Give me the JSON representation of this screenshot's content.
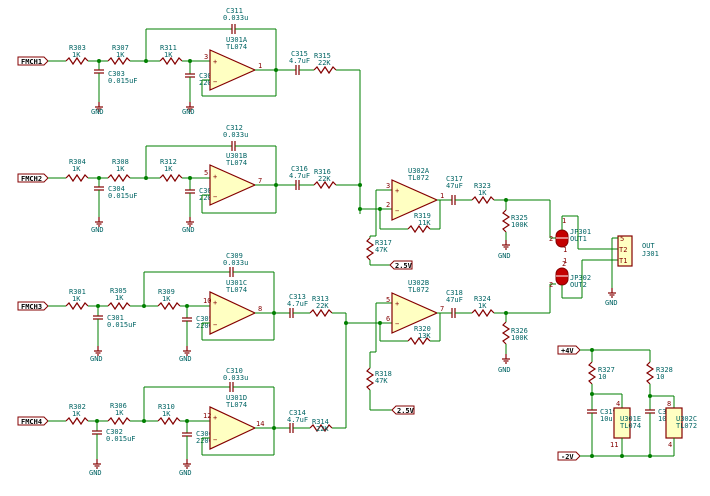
{
  "ports": {
    "in1": "FMCH1",
    "in2": "FMCH2",
    "in3": "FMCH3",
    "in4": "FMCH4",
    "v25a": "2.5V",
    "v25b": "2.5V",
    "p4v": "+4V",
    "m2v": "-2V"
  },
  "gnd": "GND",
  "ch1": {
    "ra": "R303",
    "ra_v": "1K",
    "rb": "R307",
    "rb_v": "1K",
    "rc": "R311",
    "rc_v": "1K",
    "cg": "C303",
    "cg_v": "0.015uF",
    "cg2": "C307",
    "cg2_v": "2200P",
    "cf": "C311",
    "cf_v": "0.033u",
    "u": "U301A",
    "u_v": "TL074",
    "cs": "C315",
    "cs_v": "4.7uF",
    "rs": "R315",
    "rs_v": "22K",
    "p_in": "3",
    "p_out": "1"
  },
  "ch2": {
    "ra": "R304",
    "ra_v": "1K",
    "rb": "R308",
    "rb_v": "1K",
    "rc": "R312",
    "rc_v": "1K",
    "cg": "C304",
    "cg_v": "0.015uF",
    "cg2": "C308",
    "cg2_v": "2200P",
    "cf": "C312",
    "cf_v": "0.033u",
    "u": "U301B",
    "u_v": "TL074",
    "cs": "C316",
    "cs_v": "4.7uF",
    "rs": "R316",
    "rs_v": "22K",
    "p_in": "5",
    "p_out": "7"
  },
  "ch3": {
    "ra": "R301",
    "ra_v": "1K",
    "rb": "R305",
    "rb_v": "1K",
    "rc": "R309",
    "rc_v": "1K",
    "cg": "C301",
    "cg_v": "0.015uF",
    "cg2": "C305",
    "cg2_v": "2200P",
    "cf": "C309",
    "cf_v": "0.033u",
    "u": "U301C",
    "u_v": "TL074",
    "cs": "C313",
    "cs_v": "4.7uF",
    "rs": "R313",
    "rs_v": "22K",
    "p_in": "10",
    "p_out": "8"
  },
  "ch4": {
    "ra": "R302",
    "ra_v": "1K",
    "rb": "R306",
    "rb_v": "1K",
    "rc": "R310",
    "rc_v": "1K",
    "cg": "C302",
    "cg_v": "0.015uF",
    "cg2": "C306",
    "cg2_v": "2200P",
    "cf": "C310",
    "cf_v": "0.033u",
    "u": "U301D",
    "u_v": "TL074",
    "cs": "C314",
    "cs_v": "4.7uF",
    "rs": "R314",
    "rs_v": "22K",
    "p_in": "12",
    "p_out": "14"
  },
  "mixA": {
    "u": "U302A",
    "u_v": "TL072",
    "rf": "R319",
    "rf_v": "11K",
    "rb": "R317",
    "rb_v": "47K",
    "co": "C317",
    "co_v": "47uF",
    "ro": "R323",
    "ro_v": "1K",
    "rl": "R325",
    "rl_v": "100K",
    "p3": "3",
    "p2": "2",
    "p1": "1"
  },
  "mixB": {
    "u": "U302B",
    "u_v": "TL072",
    "rf": "R320",
    "rf_v": "13K",
    "rb": "R318",
    "rb_v": "47K",
    "co": "C318",
    "co_v": "47uF",
    "ro": "R324",
    "ro_v": "1K",
    "rl": "R326",
    "rl_v": "100K",
    "p5": "5",
    "p6": "6",
    "p7": "7"
  },
  "jp1": {
    "ref": "JP301",
    "v": "OUT1",
    "p1": "1",
    "p2": "2"
  },
  "jp2": {
    "ref": "JP302",
    "v": "OUT2",
    "p1": "1",
    "p2": "2"
  },
  "out": {
    "v": "OUT",
    "ref": "J301",
    "p5": "5",
    "t2": "T2",
    "t1": "T1"
  },
  "power": {
    "r1": "R327",
    "r1_v": "10",
    "r2": "R328",
    "r2_v": "10",
    "c1": "C319",
    "c1_v": "10u",
    "c2": "C320",
    "c2_v": "10u",
    "u1": "U301E",
    "u1_v": "TL074",
    "u2": "U302C",
    "u2_v": "TL072",
    "p4": "4",
    "p11": "11",
    "p8": "8",
    "p4b": "4"
  }
}
